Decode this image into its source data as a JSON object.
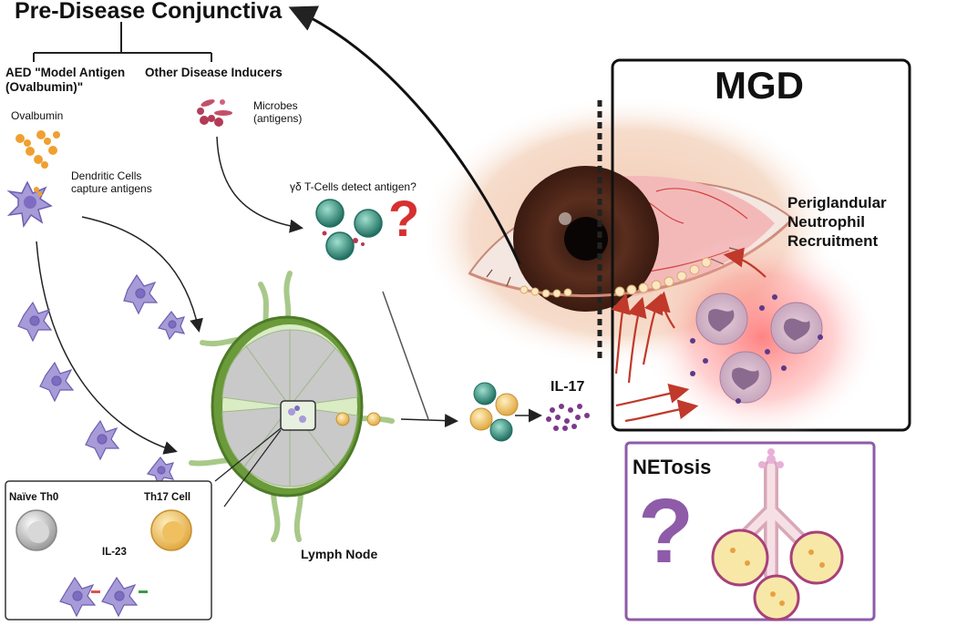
{
  "title": "Pre-Disease Conjunctiva",
  "branch_left": "AED \"Model Antigen (Ovalbumin)\"",
  "branch_left_line1": "AED \"Model Antigen",
  "branch_left_line2": "(Ovalbumin)\"",
  "branch_right": "Other Disease Inducers",
  "ovalbumin": "Ovalbumin",
  "dendritic_line1": "Dendritic Cells",
  "dendritic_line2": "capture antigens",
  "microbes_line1": "Microbes",
  "microbes_line2": "(antigens)",
  "gd_tcells": "γδ T-Cells detect antigen?",
  "mgd": "MGD",
  "periglandular_line1": "Periglandular",
  "periglandular_line2": "Neutrophil",
  "periglandular_line3": "Recruitment",
  "il17": "IL-17",
  "lymph_node": "Lymph Node",
  "naive": "Naïve Th0",
  "th17": "Th17 Cell",
  "il23": "IL-23",
  "netosis": "NETosis",
  "question": "?",
  "colors": {
    "dendritic": "#a79bd8",
    "teal_cell": "#2e8a7a",
    "th17": "#f0c060",
    "red_arrow": "#c0392b",
    "purple_box": "#8e5ba8",
    "iris": "#5a2e1e"
  }
}
